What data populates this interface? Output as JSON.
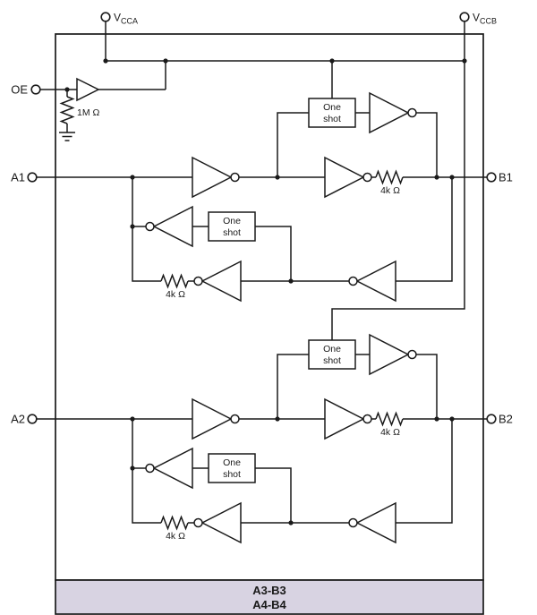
{
  "colors": {
    "line": "#1a1a1a",
    "band_fill": "#d8d3e2",
    "background": "#ffffff"
  },
  "terminals": {
    "vcca": {
      "base": "V",
      "sub": "CCA"
    },
    "vccb": {
      "base": "V",
      "sub": "CCB"
    },
    "oe": "OE",
    "a1": "A1",
    "b1": "B1",
    "a2": "A2",
    "b2": "B2"
  },
  "components": {
    "pulldown_resistor": "1M Ω",
    "series_resistor": "4k Ω",
    "one_shot": {
      "line1": "One",
      "line2": "shot"
    }
  },
  "bottom_band": {
    "line1": "A3-B3",
    "line2": "A4-B4"
  }
}
